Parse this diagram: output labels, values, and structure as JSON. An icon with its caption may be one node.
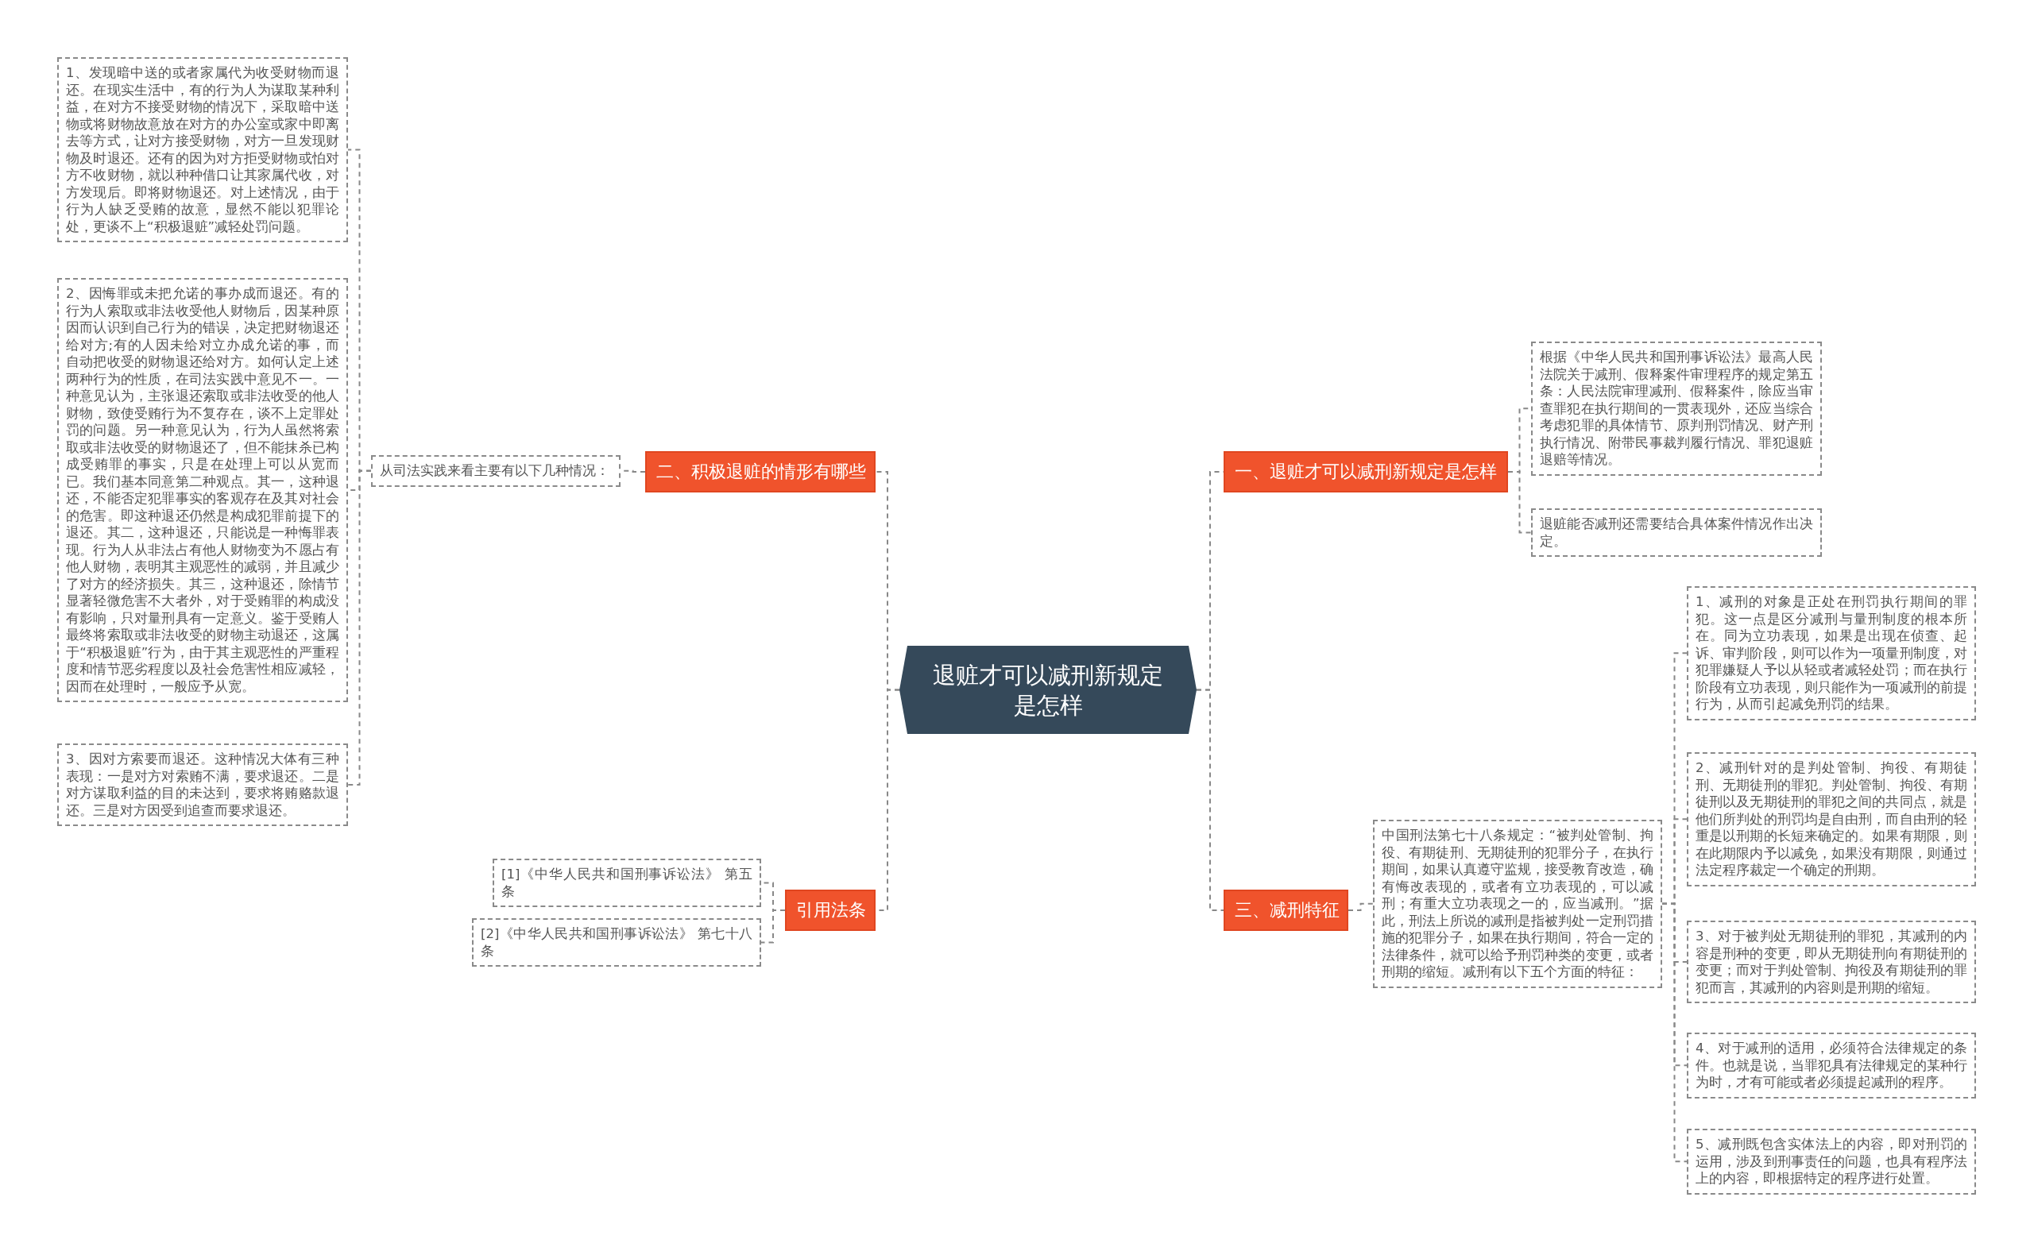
{
  "diagram": {
    "nodes": [
      {
        "text": [
          "退赃才可以减刑新规定是怎样"
        ]
      },
      {
        "text": [
          "一、退赃才可以减刑新规定是怎样"
        ]
      },
      {
        "text": [
          "根据《中华人民共和国刑事诉讼法》最高人民法院关于减刑、假释案件审理程序的规定第五条：人民法院审理减刑、假释案件，除应当审查罪犯在执行期间的一贯表现外，还应当综合考虑犯罪的具体情节、原判刑罚情况、财产刑执行情况、附带民事裁判履行情况、罪犯退赃退赔等情况。"
        ]
      },
      {
        "text": [
          "退赃能否减刑还需要结合具体案件情况作出决定。"
        ]
      },
      {
        "text": [
          "二、积极退赃的情形有哪些"
        ]
      },
      {
        "text": [
          "从司法实践来看主要有以下几种情况："
        ]
      },
      {
        "text": [
          "1、发现暗中送的或者家属代为收受财物而退还。在现实生活中，有的行为人为谋取某种利益，在对方不接受财物的情况下，采取暗中送物或将财物故意放在对方的办公室或家中即离去等方式，让对方接受财物，对方一旦发现财物及时退还。还有的因为对方拒受财物或怕对方不收财物，就以种种借口让其家属代收，对方发现后。即将财物退还。对上述情况，由于行为人缺乏受贿的故意，显然不能以犯罪论处，更谈不上“积极退赃”减轻处罚问题。"
        ]
      },
      {
        "text": [
          "2、因悔罪或未把允诺的事办成而退还。有的行为人索取或非法收受他人财物后，因某种原因而认识到自己行为的错误，决定把财物退还给对方;有的人因未给对立办成允诺的事，而自动把收受的财物退还给对方。如何认定上述两种行为的性质，在司法实践中意见不一。一种意见认为，主张退还索取或非法收受的他人财物，致使受贿行为不复存在，谈不上定罪处罚的问题。另一种意见认为，行为人虽然将索取或非法收受的财物退还了，但不能抹杀已构成受贿罪的事实，只是在处理上可以从宽而已。我们基本同意第二种观点。其一，这种退还，不能否定犯罪事实的客观存在及其对社会的危害。即这种退还仍然是构成犯罪前提下的退还。其二，这种退还，只能说是一种悔罪表现。行为人从非法占有他人财物变为不愿占有他人财物，表明其主观恶性的减弱，并且减少了对方的经济损失。其三，这种退还，除情节显著轻微危害不大者外，对于受贿罪的构成没有影响，只对量刑具有一定意义。鉴于受贿人最终将索取或非法收受的财物主动退还，这属于“积极退赃”行为，由于其主观恶性的严重程度和情节恶劣程度以及社会危害性相应减轻，因而在处理时，一般应予从宽。"
        ]
      },
      {
        "text": [
          "3、因对方索要而退还。这种情况大体有三种表现：一是对方对索贿不满，要求退还。二是对方谋取利益的目的未达到，要求将贿赂款退还。三是对方因受到追查而要求退还。"
        ]
      },
      {
        "text": [
          "三、减刑特征"
        ]
      },
      {
        "text": [
          "中国刑法第七十八条规定：“被判处管制、拘役、有期徒刑、无期徒刑的犯罪分子，在执行期间，如果认真遵守监规，接受教育改造，确有悔改表现的，或者有立功表现的，可以减刑；有重大立功表现之一的，应当减刑。”据此，刑法上所说的减刑是指被判处一定刑罚措施的犯罪分子，如果在执行期间，符合一定的法律条件，就可以给予刑罚种类的变更，或者刑期的缩短。减刑有以下五个方面的特征："
        ]
      },
      {
        "text": [
          "1、减刑的对象是正处在刑罚执行期间的罪犯。这一点是区分减刑与量刑制度的根本所在。同为立功表现，如果是出现在侦查、起诉、审判阶段，则可以作为一项量刑制度，对犯罪嫌疑人予以从轻或者减轻处罚；而在执行阶段有立功表现，则只能作为一项减刑的前提行为，从而引起减免刑罚的结果。"
        ]
      },
      {
        "text": [
          "2、减刑针对的是判处管制、拘役、有期徒刑、无期徒刑的罪犯。判处管制、拘役、有期徒刑以及无期徒刑的罪犯之间的共同点，就是他们所判处的刑罚均是自由刑，而自由刑的轻重是以刑期的长短来确定的。如果有期限，则在此期限内予以减免，如果没有期限，则通过法定程序裁定一个确定的刑期。"
        ]
      },
      {
        "text": [
          "3、对于被判处无期徒刑的罪犯，其减刑的内容是刑种的变更，即从无期徒刑向有期徒刑的变更；而对于判处管制、拘役及有期徒刑的罪犯而言，其减刑的内容则是刑期的缩短。"
        ]
      },
      {
        "text": [
          "4、对于减刑的适用，必须符合法律规定的条件。也就是说，当罪犯具有法律规定的某种行为时，才有可能或者必须提起减刑的程序。"
        ]
      },
      {
        "text": [
          "5、减刑既包含实体法上的内容，即对刑罚的运用，涉及到刑事责任的问题，也具有程序法上的内容，即根据特定的程序进行处置。"
        ]
      },
      {
        "text": [
          "引用法条"
        ]
      },
      {
        "text": [
          "[1]《中华人民共和国刑事诉讼法》 第五条"
        ]
      },
      {
        "text": [
          "[2]《中华人民共和国刑事诉讼法》 第七十八条"
        ]
      }
    ],
    "edges": [
      {
        "from": 0,
        "to": 1,
        "arrow": "none"
      },
      {
        "from": 1,
        "to": 2,
        "arrow": "none"
      },
      {
        "from": 1,
        "to": 3,
        "arrow": "none"
      },
      {
        "from": 0,
        "to": 4,
        "arrow": "none"
      },
      {
        "from": 4,
        "to": 5,
        "arrow": "none"
      },
      {
        "from": 5,
        "to": 6,
        "arrow": "none"
      },
      {
        "from": 5,
        "to": 7,
        "arrow": "none"
      },
      {
        "from": 5,
        "to": 8,
        "arrow": "none"
      },
      {
        "from": 0,
        "to": 9,
        "arrow": "none"
      },
      {
        "from": 9,
        "to": 10,
        "arrow": "none"
      },
      {
        "from": 10,
        "to": 11,
        "arrow": "none"
      },
      {
        "from": 10,
        "to": 12,
        "arrow": "none"
      },
      {
        "from": 10,
        "to": 13,
        "arrow": "none"
      },
      {
        "from": 10,
        "to": 14,
        "arrow": "none"
      },
      {
        "from": 10,
        "to": 15,
        "arrow": "none"
      },
      {
        "from": 0,
        "to": 16,
        "arrow": "none"
      },
      {
        "from": 16,
        "to": 17,
        "arrow": "none"
      },
      {
        "from": 16,
        "to": 18,
        "arrow": "none"
      }
    ]
  }
}
